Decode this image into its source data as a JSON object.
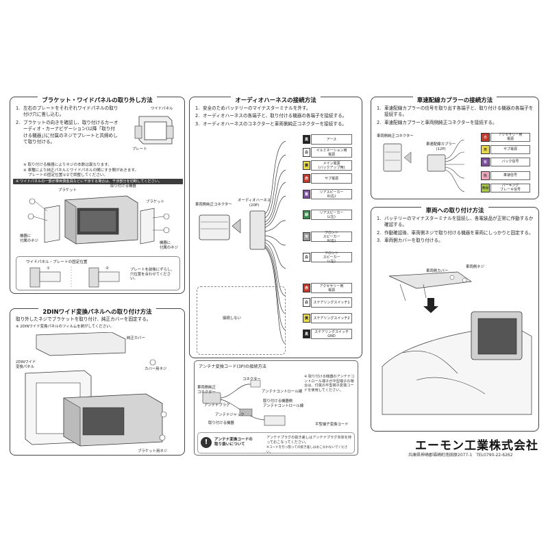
{
  "bracket": {
    "title": "ブラケット・ワイドパネルの取り外し方法",
    "steps": [
      {
        "num": "1.",
        "text": "左右のプレートをそれぞれワイドパネルの取り付け穴に差し込む。"
      },
      {
        "num": "2.",
        "text": "ブラケットの向きを確認し、取り付けるカーオーディオ・カーナビゲーション(以降「取り付ける機器」)に付属のネジでプレートと共締めして取り付ける。"
      }
    ],
    "notes": [
      "※ 取り付ける機器によりネジの本数は異なります。",
      "※ 車種により純正パネルとワイドパネルの間にすき間があきます。",
      "プレートの固定位置①②で調整してください。"
    ],
    "warning": "※ ワイドパネルの一部が車両側金具などに干渉する場合は、干渉部分を切断してください。",
    "labels": {
      "wide_panel": "ワイドパネル",
      "plate": "プレート",
      "bracket_top": "ブラケット",
      "device": "取り付ける機器",
      "bracket_right": "ブラケット",
      "screw_left": "機器に\n付属のネジ",
      "screw_right": "機器に\n付属のネジ"
    },
    "fix_title": "ワイドパネル・プレートの固定位置",
    "fix_note": "プレートを前後にずらし、穴位置を合わせてください。",
    "fix_marks": [
      "①",
      "②"
    ]
  },
  "din": {
    "title": "2DINワイド変換パネルへの取り付け方法",
    "text": "取り外したネジでブラケットを取り付け、純正カバーを固定する。",
    "note": "※ 2DINワイド変換パネルのフィルムを剥がしてください。",
    "labels": {
      "cover": "純正カバー",
      "panel": "2DINワイド\n変換パネル",
      "cover_screw": "カバー用ネジ",
      "bracket_screw": "ブラケット用ネジ"
    }
  },
  "audio": {
    "title": "オーディオハーネスの接続方法",
    "steps": [
      {
        "num": "1.",
        "text": "安全のためバッテリーのマイナスターミナルを外す。"
      },
      {
        "num": "2.",
        "text": "オーディオハーネスの各端子と、取り付ける機器の各端子を接続する。"
      },
      {
        "num": "3.",
        "text": "オーディオハーネスのコネクターと車両側純正コネクターを接続する。"
      }
    ],
    "harness_label": "オーディオハーネス\n(20P)",
    "vehicle_label": "車両側純正コネクター",
    "no_connect": "接続しない",
    "wires": [
      {
        "sw": "黒",
        "label": "アース",
        "bg": "#222",
        "fg": "#fff"
      },
      {
        "sw": "白",
        "label": "イルミネーション用\n電源",
        "bg": "#fff",
        "fg": "#222"
      },
      {
        "sw": "黄",
        "label": "メイン電源\n(バックアップ用)",
        "bg": "#e8d84a",
        "fg": "#222"
      },
      {
        "sw": "赤",
        "label": "サブ電源",
        "bg": "#c0392b",
        "fg": "#fff"
      },
      {
        "sw": "紫",
        "label": "リアスピーカー\nR(右)",
        "bg": "#7d4e9e",
        "fg": "#fff"
      },
      {
        "sw": "緑",
        "label": "リアスピーカー\nL(左)",
        "bg": "#3b8b4a",
        "fg": "#fff"
      },
      {
        "sw": "灰",
        "label": "フロント\nスピーカー\nR(右)",
        "bg": "#999",
        "fg": "#fff"
      },
      {
        "sw": "白",
        "label": "フロント\nスピーカー\nL(左)",
        "bg": "#fff",
        "fg": "#222"
      },
      {
        "sw": "赤",
        "label": "アクセサリー用\n電源",
        "bg": "#c0392b",
        "fg": "#fff"
      },
      {
        "sw": "白",
        "label": "ステアリングスイッチ1",
        "bg": "#fff",
        "fg": "#222"
      },
      {
        "sw": "黄",
        "label": "ステアリングスイッチ2",
        "bg": "#e8d84a",
        "fg": "#222"
      },
      {
        "sw": "黒",
        "label": "ステアリングスイッチ\nGND",
        "bg": "#222",
        "fg": "#fff"
      }
    ]
  },
  "antenna": {
    "title": "アンテナ変換コード(3P)の接続方法",
    "labels": {
      "connector": "コネクター",
      "vehicle": "車両側純正\nコネクター",
      "control": "アンテナコントロール線",
      "plug": "アンテナプラグ",
      "device_ant": "取り付ける機器側\nアンテナコントロール線",
      "jack": "アンテナジャック",
      "device": "取り付ける機器",
      "flat": "平型端子変換コード"
    },
    "note": "※ 取り付ける機器のアンテナコントロール端子が平型端子の場合は、付属の平型端子変換コードを使用してください。",
    "caution_title": "アンテナ変換コードの\n取り扱いについて",
    "caution": "アンテナプラグの抜き差しはアンテナプラグ本体を持っておこなってください。",
    "caution_note": "※コードを引っ張っての抜き差しはおこなわないでください。"
  },
  "speed": {
    "title": "車速配線カプラーの接続方法",
    "steps": [
      {
        "num": "1.",
        "text": "車速配線カプラーの信号を取り出す各端子と、取り付ける機器の各端子を接続する。"
      },
      {
        "num": "2.",
        "text": "車速配線カプラーと車両側純正コネクターを接続する。"
      }
    ],
    "coupler_label": "車速配線カプラー\n(12P)",
    "vehicle_label": "車両側純正コネクター",
    "wires": [
      {
        "sw": "赤",
        "label": "アクセサリー用\n電源",
        "bg": "#c0392b",
        "fg": "#fff"
      },
      {
        "sw": "黄",
        "label": "サブ電源",
        "bg": "#e8d84a",
        "fg": "#222"
      },
      {
        "sw": "紫",
        "label": "バック信号",
        "bg": "#7d4e9e",
        "fg": "#fff"
      },
      {
        "sw": "桃",
        "label": "車速信号",
        "bg": "#f2a7bd",
        "fg": "#222"
      },
      {
        "sw": "黄緑",
        "label": "パーキング\nブレーキ信号",
        "bg": "#a8c94a",
        "fg": "#222"
      }
    ]
  },
  "mount": {
    "title": "車両への取り付け方法",
    "steps": [
      {
        "num": "1.",
        "text": "バッテリーのマイナスターミナルを接続し、各電装品が正常に作動するか確認する。"
      },
      {
        "num": "2.",
        "text": "作動確認後、車両側ネジで取り付ける機器を車両にしっかりと固定する。"
      },
      {
        "num": "3.",
        "text": "車両側カバーを取り付ける。"
      }
    ],
    "labels": {
      "cover": "車両側カバー",
      "screw": "車両側ネジ"
    }
  },
  "company": {
    "name": "エーモン工業株式会社",
    "address": "兵庫県神崎郡福崎町南田原2077-1　TEL0790-22-6262"
  },
  "colors": {
    "border": "#444444",
    "warnbar": "#3c3c3c"
  }
}
